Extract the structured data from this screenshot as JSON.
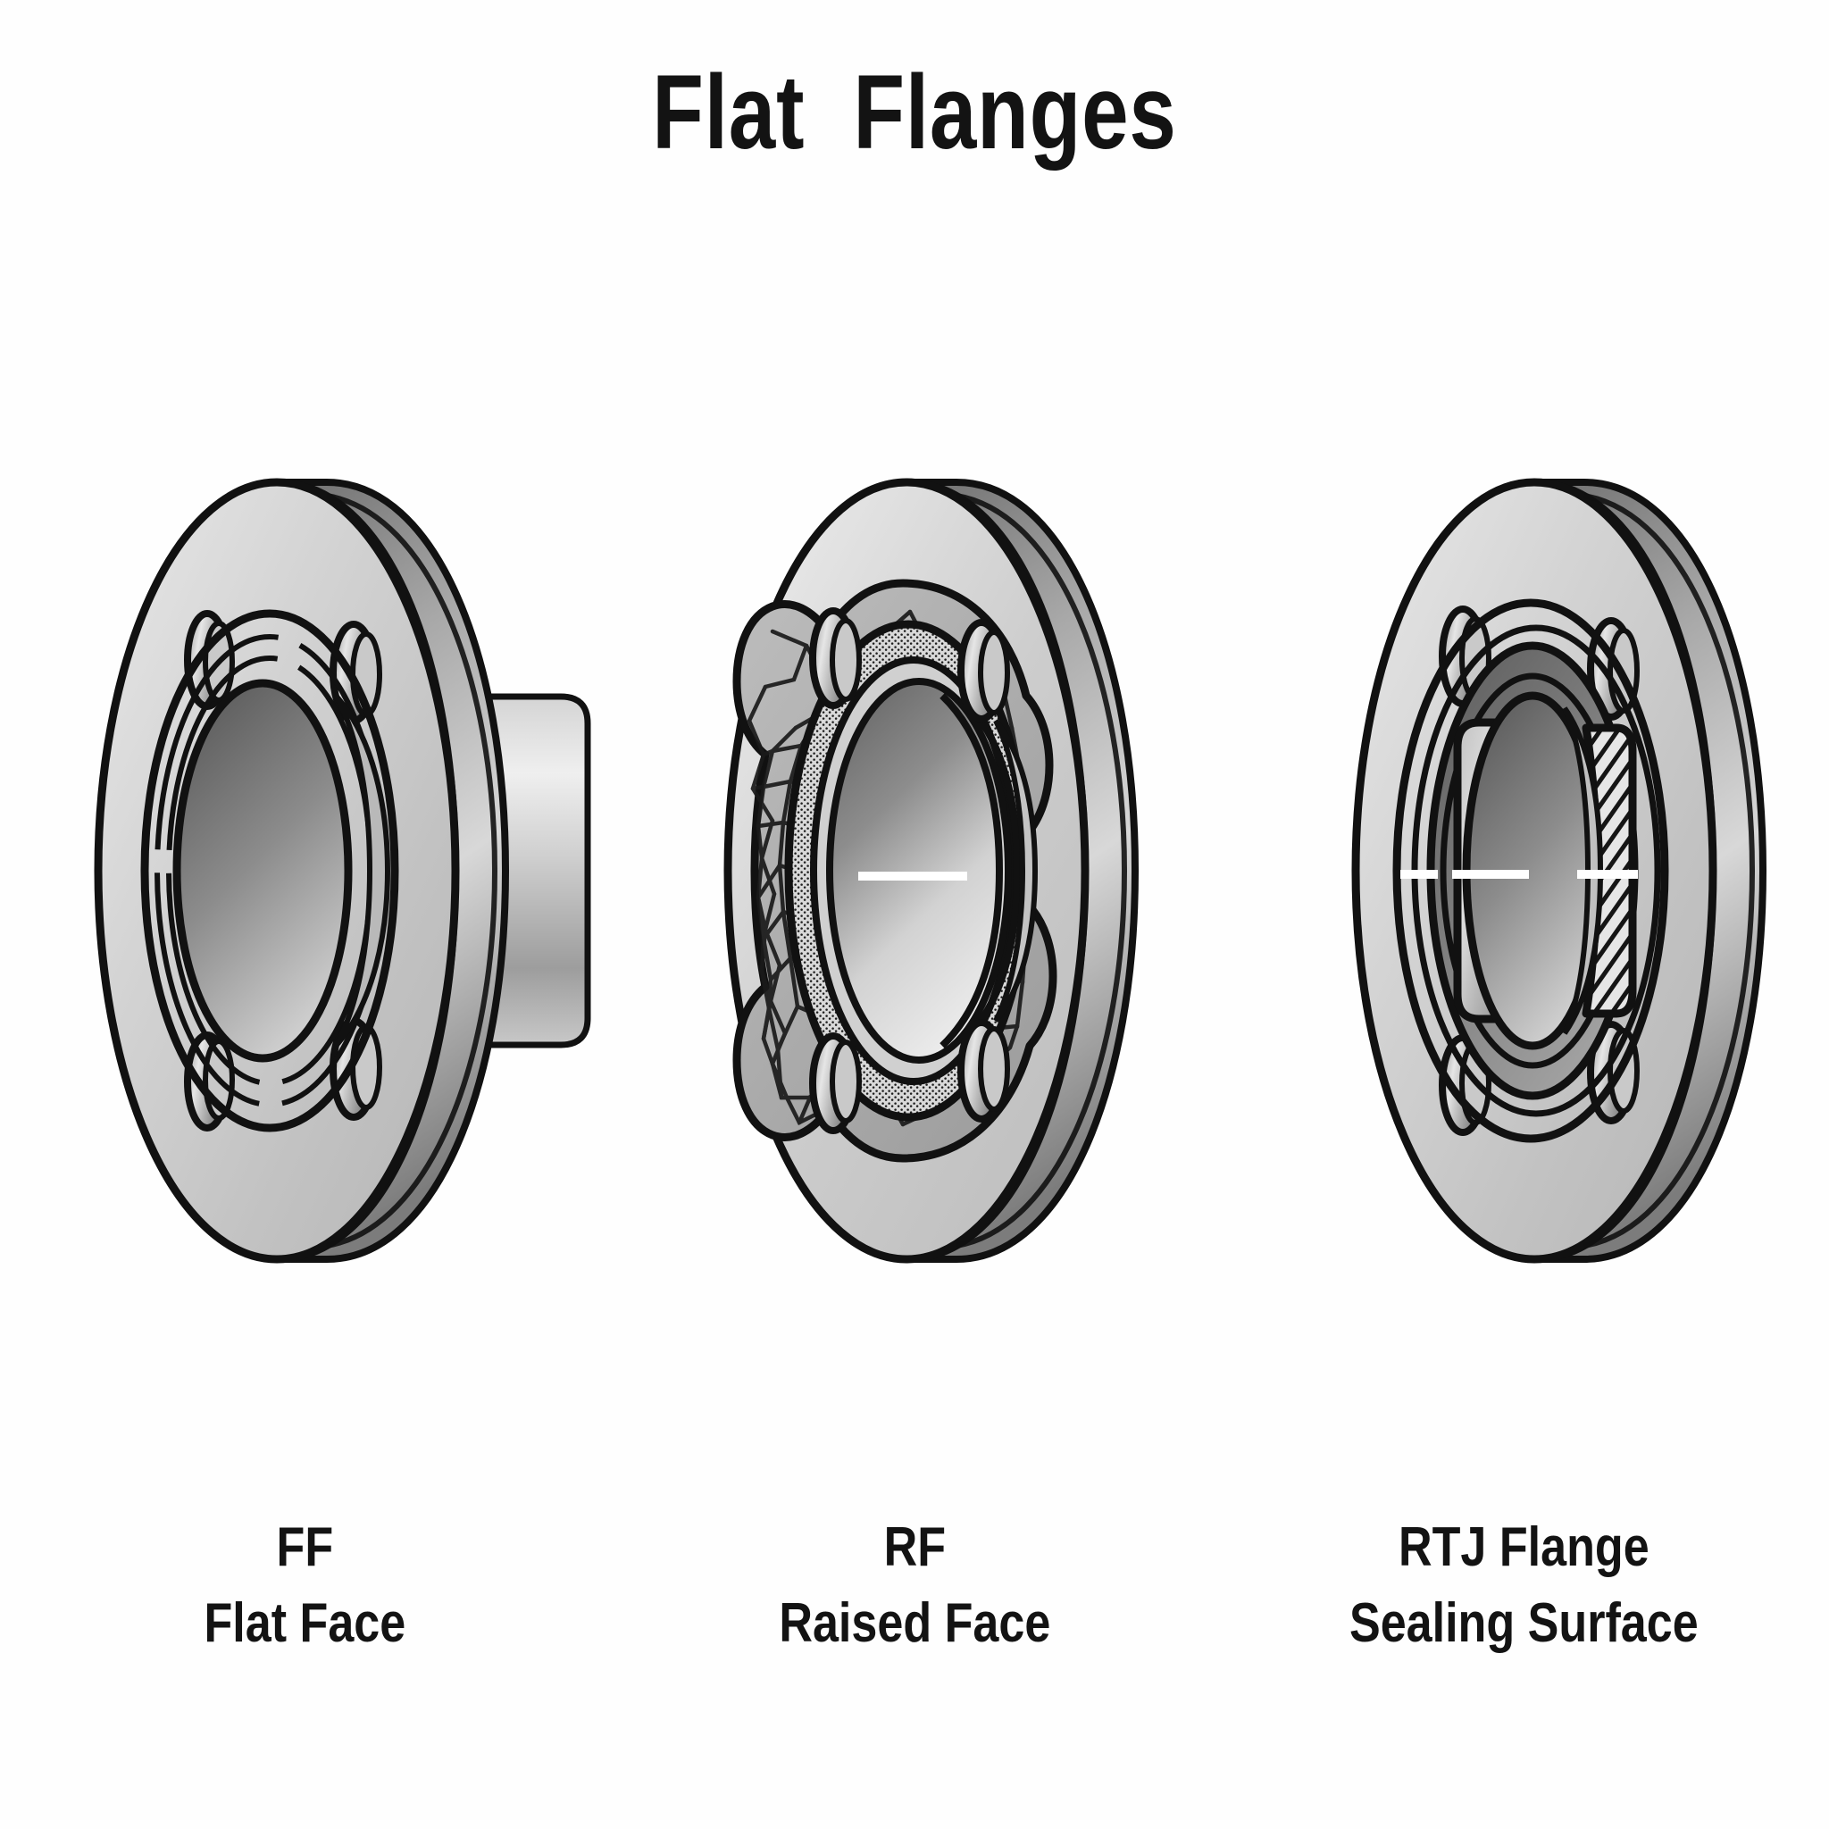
{
  "page": {
    "title": "Flat  Flanges",
    "background_color": "#ffffff",
    "text_color": "#131313"
  },
  "figures": [
    {
      "id": "ff",
      "abbreviation": "FF",
      "name": "Flat Face",
      "description": "Flat face flange with hub, four bolt holes, flat sealing face",
      "bolt_hole_count": 4,
      "has_hub": true,
      "has_gasket": false,
      "has_ring_groove": false,
      "has_centerline": false
    },
    {
      "id": "rf",
      "abbreviation": "RF",
      "name": "Raised Face",
      "description": "Raised face flange with full-face style lobed gasket and serrated raised face",
      "bolt_hole_count": 4,
      "has_hub": false,
      "has_gasket": true,
      "has_ring_groove": false,
      "has_centerline": true
    },
    {
      "id": "rtj",
      "abbreviation": "RTJ Flange",
      "name": "Sealing Surface",
      "description": "Ring type joint flange with machined ring groove and sectioned ring gasket",
      "bolt_hole_count": 4,
      "has_hub": false,
      "has_gasket": false,
      "has_ring_groove": true,
      "has_centerline": true
    }
  ],
  "captions": [
    {
      "line1": "FF",
      "line2": "Flat Face"
    },
    {
      "line1": "RF",
      "line2": "Raised Face"
    },
    {
      "line1": "RTJ Flange",
      "line2": "Sealing Surface"
    }
  ],
  "colors": {
    "outline": "#111111",
    "metal_light": "#f2f2f2",
    "metal_mid": "#c8c8c8",
    "metal_dark": "#8a8a8a",
    "metal_shadow": "#6e6e6e",
    "bore_dark": "#707070",
    "gasket_fill": "#b0b0b0",
    "gasket_crack": "#1a1a1a",
    "centerline": "#ffffff",
    "background": "#ffffff"
  }
}
